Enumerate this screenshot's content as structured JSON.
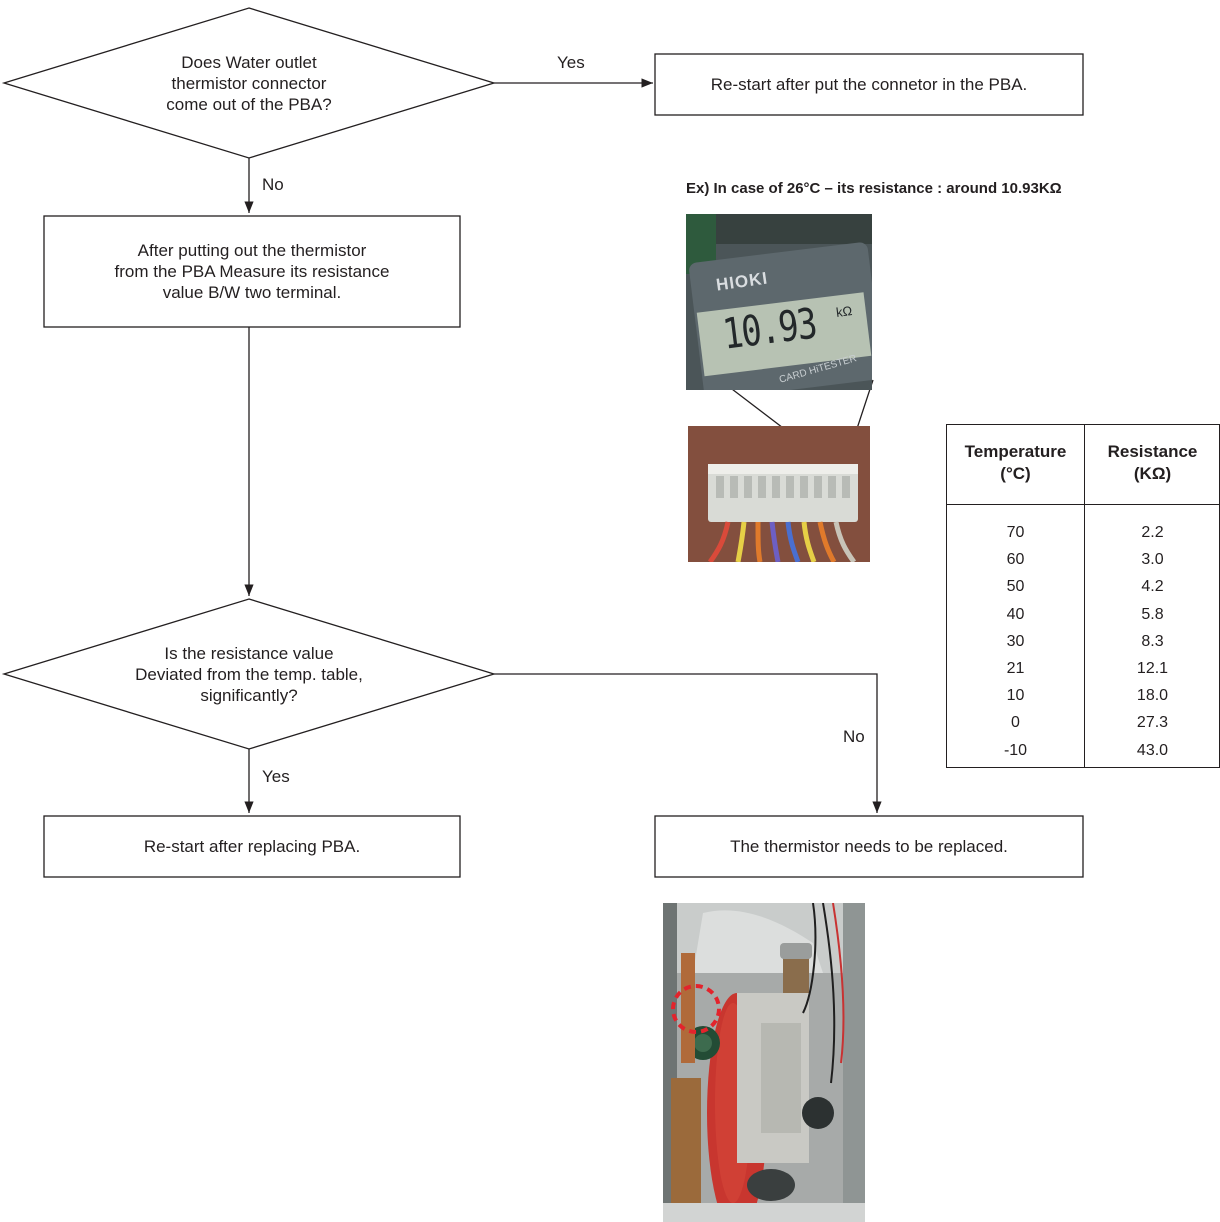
{
  "nodes": {
    "decision_connector": "Does Water outlet\nthermistor connector\ncome out of the PBA?",
    "action_restart_connector": "Re-start after put the connetor in the PBA.",
    "action_measure": "After putting out the thermistor\nfrom the PBA Measure its resistance\nvalue B/W two terminal.",
    "decision_resistance": "Is the resistance value\nDeviated from the temp. table,\nsignificantly?",
    "action_replace_pba": "Re-start after replacing PBA.",
    "action_replace_thermistor": "The thermistor needs to be replaced."
  },
  "edges": {
    "connector_yes": "Yes",
    "connector_no": "No",
    "resistance_yes": "Yes",
    "resistance_no": "No"
  },
  "example_caption": "Ex) In case of 26°C – its resistance : around  10.93KΩ",
  "meter": {
    "brand": "HIOKI",
    "reading": "10.93",
    "unit": "kΩ",
    "model": "CARD HiTESTER"
  },
  "table": {
    "headers": [
      "Temperature\n(°C)",
      "Resistance\n(KΩ)"
    ],
    "temperatures": [
      "70",
      "60",
      "50",
      "40",
      "30",
      "21",
      "10",
      "0",
      "-10"
    ],
    "resistances": [
      "2.2",
      "3.0",
      "4.2",
      "5.8",
      "8.3",
      "12.1",
      "18.0",
      "27.3",
      "43.0"
    ]
  },
  "colors": {
    "line": "#231f20",
    "highlight_circle": "#e3232c"
  }
}
